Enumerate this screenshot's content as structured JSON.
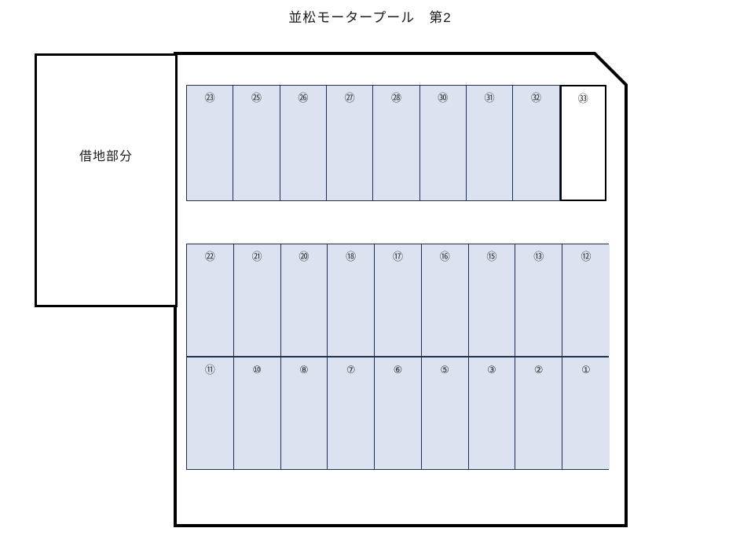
{
  "title": "並松モータープール　第2",
  "colors": {
    "stall_fill": "#dce2f0",
    "stall_border": "#1f3050",
    "outline": "#000000",
    "vacant_fill": "#ffffff",
    "text": "#1a1a1a"
  },
  "leased_area": {
    "label": "借地部分"
  },
  "blocks": [
    {
      "name": "top-row",
      "stalls": [
        {
          "number": "㉓",
          "status": "occupied"
        },
        {
          "number": "㉕",
          "status": "occupied"
        },
        {
          "number": "㉖",
          "status": "occupied"
        },
        {
          "number": "㉗",
          "status": "occupied"
        },
        {
          "number": "㉘",
          "status": "occupied"
        },
        {
          "number": "㉚",
          "status": "occupied"
        },
        {
          "number": "㉛",
          "status": "occupied"
        },
        {
          "number": "㉜",
          "status": "occupied"
        },
        {
          "number": "㉝",
          "status": "vacant"
        }
      ]
    },
    {
      "name": "middle-row",
      "stalls": [
        {
          "number": "㉒",
          "status": "occupied"
        },
        {
          "number": "㉑",
          "status": "occupied"
        },
        {
          "number": "⑳",
          "status": "occupied"
        },
        {
          "number": "⑱",
          "status": "occupied"
        },
        {
          "number": "⑰",
          "status": "occupied"
        },
        {
          "number": "⑯",
          "status": "occupied"
        },
        {
          "number": "⑮",
          "status": "occupied"
        },
        {
          "number": "⑬",
          "status": "occupied"
        },
        {
          "number": "⑫",
          "status": "occupied"
        }
      ]
    },
    {
      "name": "bottom-row",
      "stalls": [
        {
          "number": "⑪",
          "status": "occupied"
        },
        {
          "number": "⑩",
          "status": "occupied"
        },
        {
          "number": "⑧",
          "status": "occupied"
        },
        {
          "number": "⑦",
          "status": "occupied"
        },
        {
          "number": "⑥",
          "status": "occupied"
        },
        {
          "number": "⑤",
          "status": "occupied"
        },
        {
          "number": "③",
          "status": "occupied"
        },
        {
          "number": "②",
          "status": "occupied"
        },
        {
          "number": "①",
          "status": "occupied"
        }
      ]
    }
  ]
}
